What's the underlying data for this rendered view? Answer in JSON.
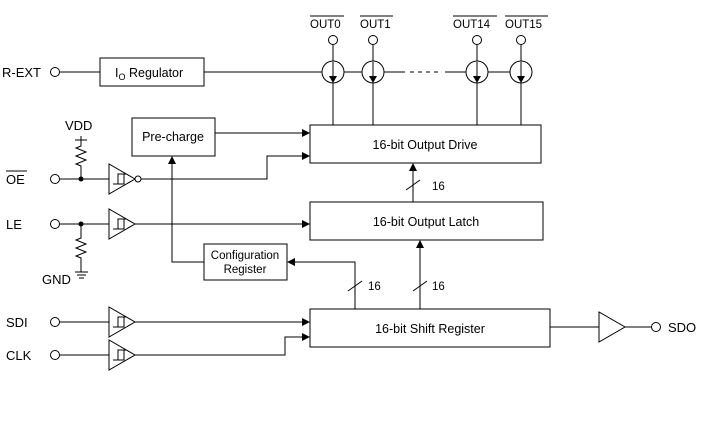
{
  "pins": {
    "rext": "R-EXT",
    "vdd": "VDD",
    "oe": "OE",
    "le": "LE",
    "gnd": "GND",
    "sdi": "SDI",
    "clk": "CLK",
    "sdo": "SDO"
  },
  "outputs": [
    "OUT0",
    "OUT1",
    "OUT14",
    "OUT15"
  ],
  "blocks": {
    "io_regulator_main": "I",
    "io_regulator_sub": "O",
    "io_regulator_rest": " Regulator",
    "precharge": "Pre-charge",
    "config_line1": "Configuration",
    "config_line2": "Register",
    "output_drive": "16-bit Output Drive",
    "output_latch": "16-bit Output Latch",
    "shift_register": "16-bit Shift Register"
  },
  "bus_widths": {
    "latch_to_drive": "16",
    "shift_to_config": "16",
    "shift_to_latch": "16"
  }
}
